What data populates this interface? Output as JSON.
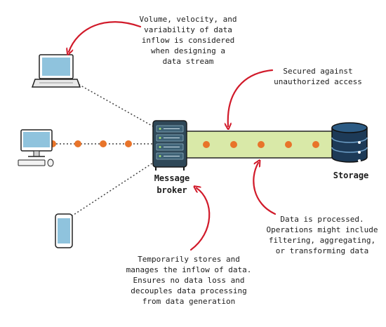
{
  "nodes": {
    "message_broker": "Message\nbroker",
    "storage": "Storage"
  },
  "annotations": {
    "volume": "Volume, velocity, and\nvariability of data\ninflow is considered\nwhen designing a\ndata stream",
    "secured": "Secured against\nunauthorized access",
    "processed": "Data is processed.\nOperations might include\nfiltering, aggregating,\nor transforming data",
    "temporarily": "Temporarily stores and\nmanages the inflow of data.\nEnsures no data loss and\ndecouples data processing\nfrom data generation"
  },
  "colors": {
    "stream_fill": "#d9e9a8",
    "stream_edge": "#222222",
    "dot": "#e8742a",
    "arrow": "#d11a2a",
    "broker_body": "#2f4858",
    "storage_body": "#1d3a57",
    "device_screen": "#8fc3dd"
  },
  "icons": [
    "laptop-icon",
    "desktop-icon",
    "phone-icon",
    "server-rack-icon",
    "database-icon"
  ]
}
